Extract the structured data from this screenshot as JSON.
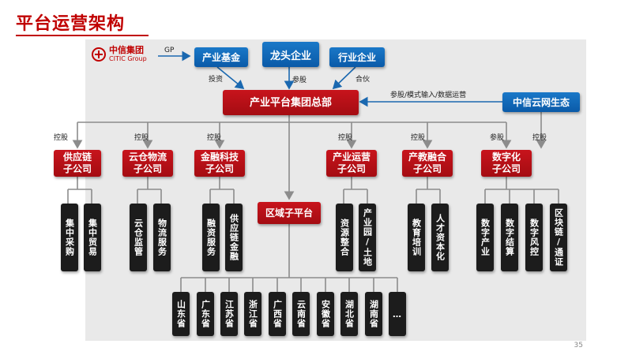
{
  "page": {
    "title": "平台运营架构",
    "page_number": "35"
  },
  "logo": {
    "cn": "中信集团",
    "en": "CITIC Group"
  },
  "top": {
    "fund": "产业基金",
    "leader": "龙头企业",
    "industry": "行业企业",
    "label_gp": "GP",
    "label_invest": "投资",
    "label_share": "参股",
    "label_partner": "合伙"
  },
  "hq": {
    "label": "产业平台集团总部"
  },
  "cloud": {
    "label": "中信云网生态",
    "link_label": "参股/模式输入/数据运营"
  },
  "edge_labels": {
    "kong1": "控股",
    "kong2": "控股",
    "kong3": "控股",
    "kong4": "控股",
    "kong5": "控股",
    "can": "参股",
    "kong6": "控股"
  },
  "subsidiaries": [
    {
      "label": "供应链\n子公司",
      "items": [
        "集中采购",
        "集中贸易"
      ]
    },
    {
      "label": "云仓物流\n子公司",
      "items": [
        "云仓监管",
        "物流服务"
      ]
    },
    {
      "label": "金融科技\n子公司",
      "items": [
        "融资服务",
        "供应链金融"
      ]
    },
    {
      "label": "产业运营\n子公司",
      "items": [
        "资源整合",
        "产业园/土地"
      ]
    },
    {
      "label": "产教融合\n子公司",
      "items": [
        "教育培训",
        "人才资本化"
      ]
    },
    {
      "label": "数字化\n子公司",
      "items": [
        "数字产业",
        "数字结算",
        "数字风控",
        "区块链/通证"
      ]
    }
  ],
  "regional": {
    "label": "区域子平台",
    "provinces": [
      "山东省",
      "广东省",
      "江苏省",
      "浙江省",
      "广西省",
      "云南省",
      "安徽省",
      "湖北省",
      "湖南省",
      "…"
    ]
  }
}
